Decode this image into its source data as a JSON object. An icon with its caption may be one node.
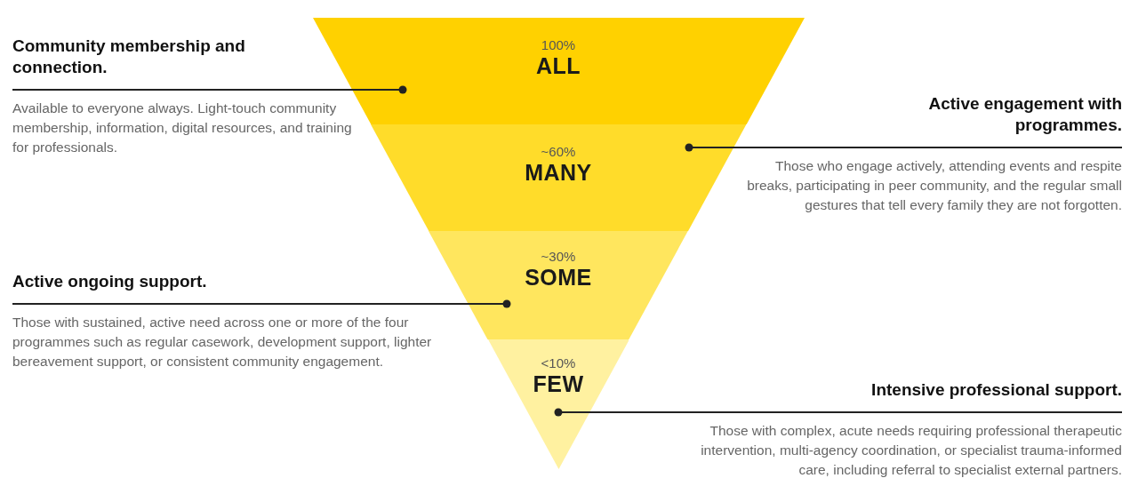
{
  "diagram": {
    "nodes": [
      {
        "text": [
          "100%",
          "ALL"
        ]
      },
      {
        "text": [
          "~60%",
          "MANY"
        ]
      },
      {
        "text": [
          "~30%",
          "SOME"
        ]
      },
      {
        "text": [
          "<10%",
          "FEW"
        ]
      },
      {
        "text": [
          "Community membership and connection.",
          "Available to everyone always. Light-touch community membership, information, digital resources, and training for professionals."
        ]
      },
      {
        "text": [
          "Active engagement with programmes.",
          "Those who engage actively, attending events and respite breaks, participating in peer community, and the regular small gestures that tell every family they are not forgotten."
        ]
      },
      {
        "text": [
          "Active ongoing support.",
          "Those with sustained, active need across one or more of the four programmes such as regular casework, development support, lighter bereavement support, or consistent community engagement."
        ]
      },
      {
        "text": [
          "Intensive professional support.",
          "Those with complex, acute needs requiring professional therapeutic intervention, multi-agency coordination, or specialist trauma-informed care, including referral to specialist external partners."
        ]
      }
    ],
    "edges": [
      {
        "from": 4,
        "to": 0,
        "arrow": "other"
      },
      {
        "from": 5,
        "to": 1,
        "arrow": "other"
      },
      {
        "from": 6,
        "to": 2,
        "arrow": "other"
      },
      {
        "from": 7,
        "to": 3,
        "arrow": "other"
      }
    ]
  }
}
